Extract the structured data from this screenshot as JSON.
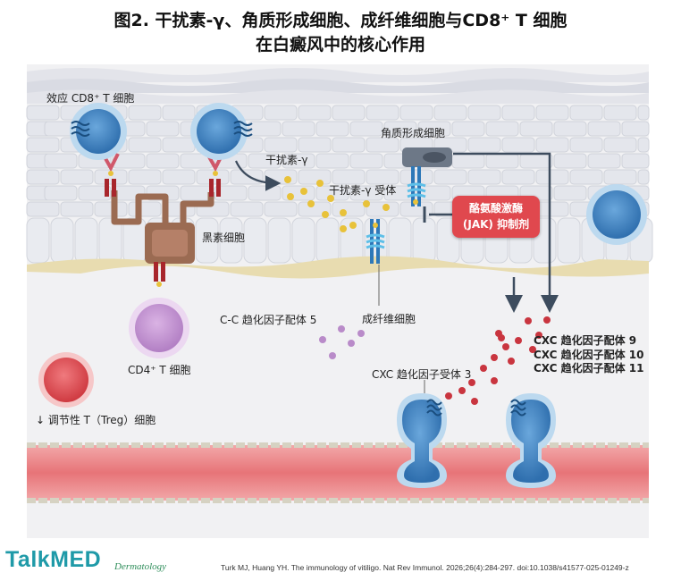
{
  "title": {
    "line1": "图2. 干扰素-γ、角质形成细胞、成纤维细胞与CD8⁺ T 细胞",
    "line2": "在白癜风中的核心作用"
  },
  "labels": {
    "effector_cd8": "效应 CD8⁺ T 细胞",
    "keratinocyte": "角质形成细胞",
    "ifn_gamma": "干扰素-γ",
    "ifn_receptor": "干扰素-γ 受体",
    "melanocyte": "黑素细胞",
    "jak_line1": "酪氨酸激酶",
    "jak_line2": "(JAK) 抑制剂",
    "ccr5": "C-C 趋化因子配体 5",
    "fibroblast": "成纤维细胞",
    "cxcl9": "CXC 趋化因子配体 9",
    "cxcl10": "CXC 趋化因子配体 10",
    "cxcl11": "CXC 趋化因子配体 11",
    "cd4": "CD4⁺ T 细胞",
    "cxcr3": "CXC 趋化因子受体 3",
    "treg": "↓ 调节性 T（Treg）细胞"
  },
  "footer": {
    "logo_prefix": "T",
    "logo_text": "alkMED",
    "subtitle": "Dermatology",
    "citation": "Turk MJ, Huang YH. The immunology of vitiligo. Nat Rev Immunol. 2026;26(4):284-297. doi:10.1038/s41577-025-01249-z"
  },
  "colors": {
    "t_cell": "#3f86c6",
    "t_cell_rim": "#bcd9ef",
    "melanocyte": "#9b6b52",
    "cd4": "#c99ad6",
    "treg": "#e0484e",
    "ifn_dot": "#e8c23a",
    "cxcl_dot": "#c9353f",
    "ccl5_dot": "#b98bc9",
    "vessel": "#e8868a",
    "jak_box": "#e0484e"
  }
}
